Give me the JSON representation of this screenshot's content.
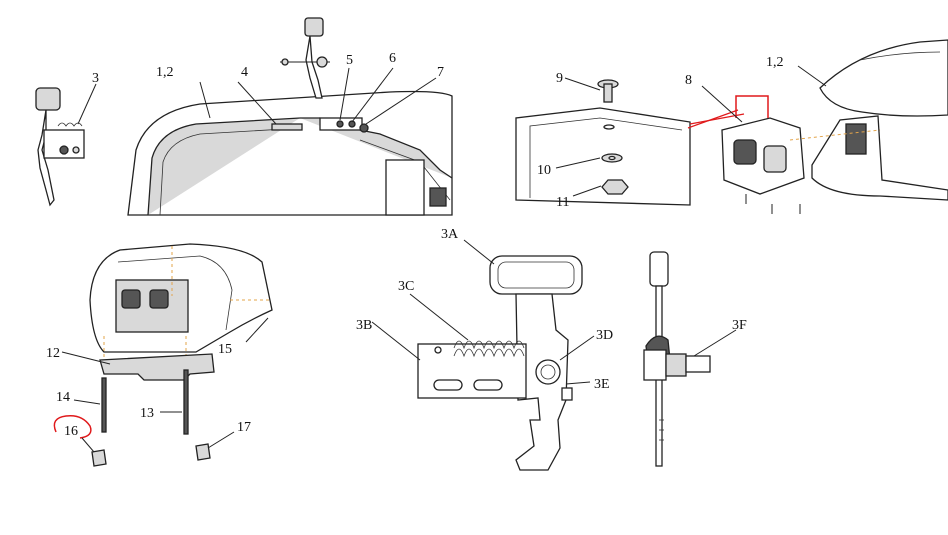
{
  "labels": {
    "l_3_top": "3",
    "l_12_top": "1,2",
    "l_4": "4",
    "l_5": "5",
    "l_6": "6",
    "l_7": "7",
    "l_9": "9",
    "l_8": "8",
    "l_12_right": "1,2",
    "l_10": "10",
    "l_11": "11",
    "l_12": "12",
    "l_15": "15",
    "l_14": "14",
    "l_13": "13",
    "l_16": "16",
    "l_17": "17",
    "l_3A": "3A",
    "l_3C": "3C",
    "l_3B": "3B",
    "l_3D": "3D",
    "l_3E": "3E",
    "l_3F": "3F"
  },
  "colors": {
    "line": "#222222",
    "highlight_red": "#e0191b",
    "dashed_guide": "#e3a44a"
  }
}
